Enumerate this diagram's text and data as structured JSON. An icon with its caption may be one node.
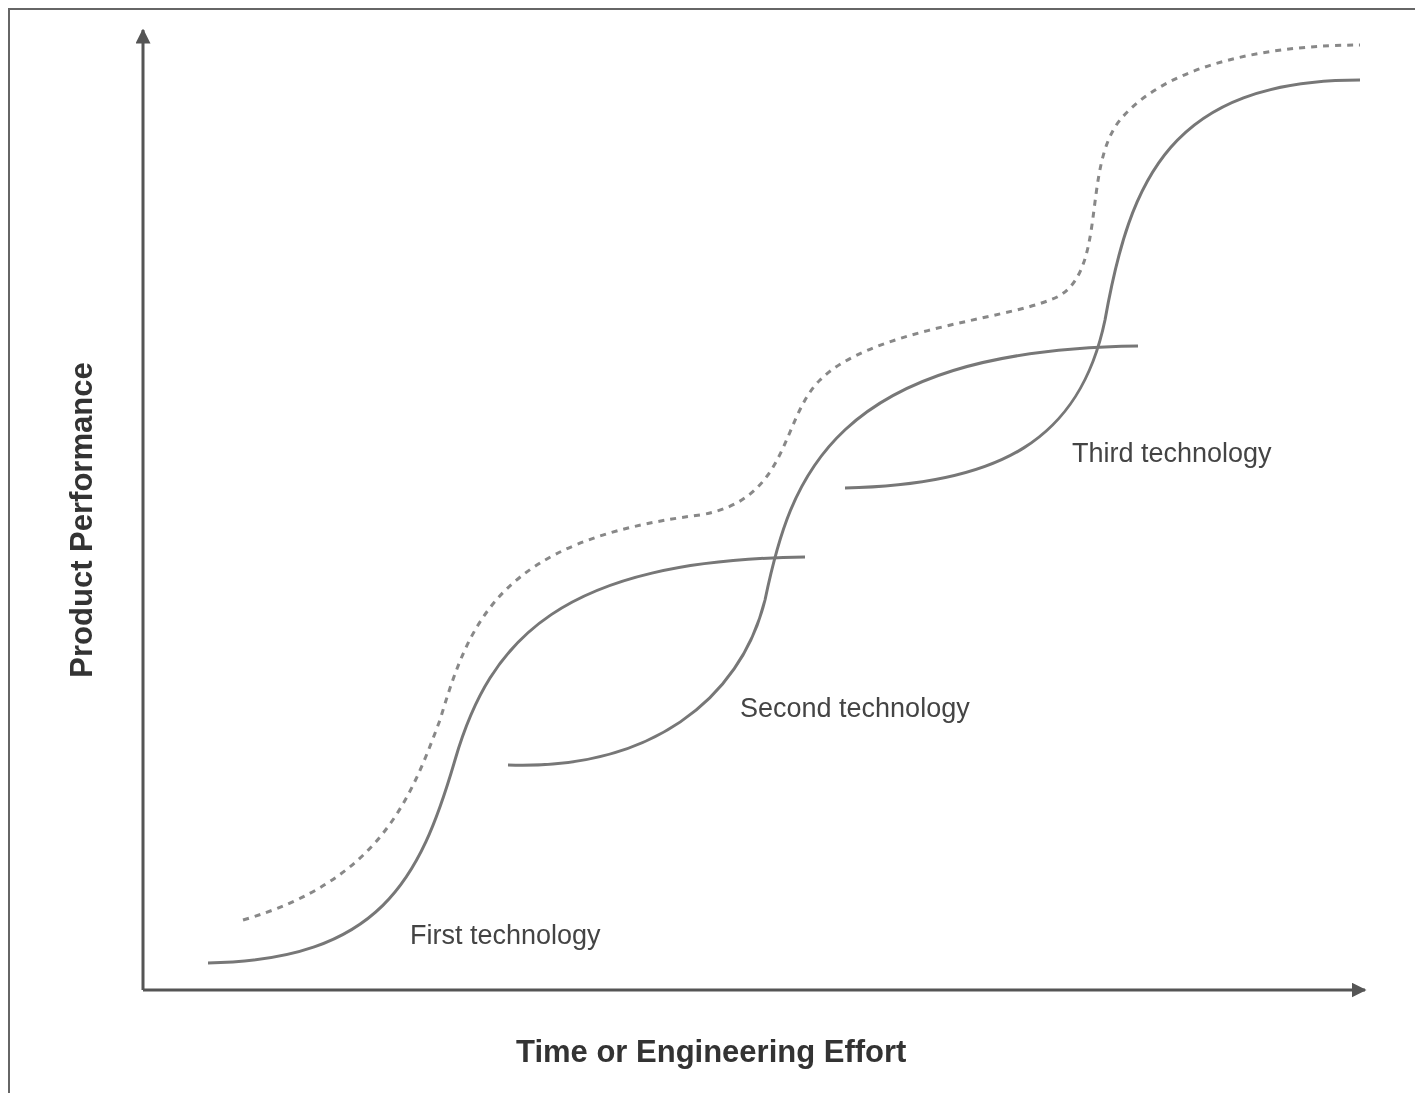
{
  "diagram": {
    "labels": [
      "Product Performance",
      "Third technology",
      "Second technology",
      "First technology",
      "Time or Engineering Effort"
    ]
  }
}
